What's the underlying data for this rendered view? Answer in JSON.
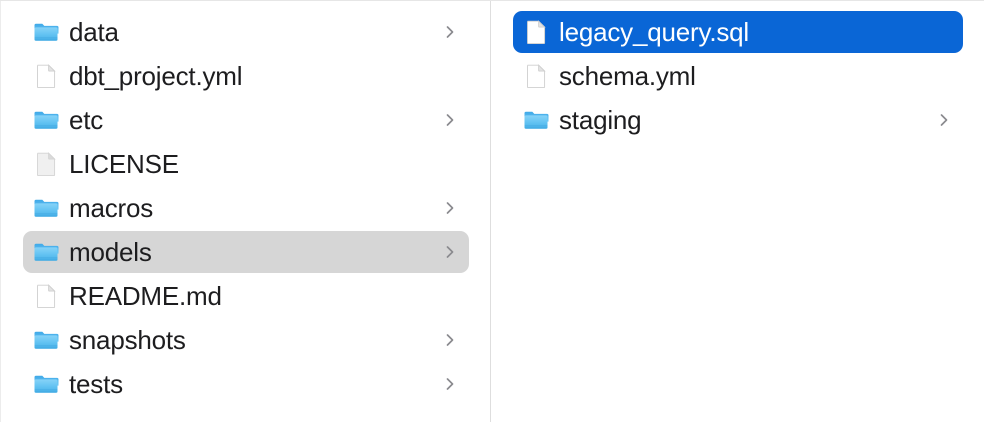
{
  "app": {
    "name": "Finder",
    "view": "column-view",
    "colors": {
      "selection_active": "#0a66d6",
      "selection_inactive": "#d6d6d6",
      "folder_icon": "#53b9f2",
      "text": "#1d1d1f",
      "text_selected": "#ffffff",
      "divider": "#dedede",
      "background": "#ffffff"
    }
  },
  "columns": [
    {
      "name": "parent-column",
      "items": [
        {
          "label": "data",
          "icon": "folder-icon",
          "type": "folder",
          "chevron": true,
          "selected": false
        },
        {
          "label": "dbt_project.yml",
          "icon": "document-icon",
          "type": "file",
          "chevron": false,
          "selected": false
        },
        {
          "label": "etc",
          "icon": "folder-icon",
          "type": "folder",
          "chevron": true,
          "selected": false
        },
        {
          "label": "LICENSE",
          "icon": "generic-file-icon",
          "type": "file",
          "chevron": false,
          "selected": false
        },
        {
          "label": "macros",
          "icon": "folder-icon",
          "type": "folder",
          "chevron": true,
          "selected": false
        },
        {
          "label": "models",
          "icon": "folder-icon",
          "type": "folder",
          "chevron": true,
          "selected": true,
          "selection_state": "inactive"
        },
        {
          "label": "README.md",
          "icon": "document-icon",
          "type": "file",
          "chevron": false,
          "selected": false
        },
        {
          "label": "snapshots",
          "icon": "folder-icon",
          "type": "folder",
          "chevron": true,
          "selected": false
        },
        {
          "label": "tests",
          "icon": "folder-icon",
          "type": "folder",
          "chevron": true,
          "selected": false
        }
      ]
    },
    {
      "name": "child-column",
      "items": [
        {
          "label": "legacy_query.sql",
          "icon": "document-icon",
          "type": "file",
          "chevron": false,
          "selected": true,
          "selection_state": "active"
        },
        {
          "label": "schema.yml",
          "icon": "document-icon",
          "type": "file",
          "chevron": false,
          "selected": false
        },
        {
          "label": "staging",
          "icon": "folder-icon",
          "type": "folder",
          "chevron": true,
          "selected": false
        }
      ]
    }
  ]
}
